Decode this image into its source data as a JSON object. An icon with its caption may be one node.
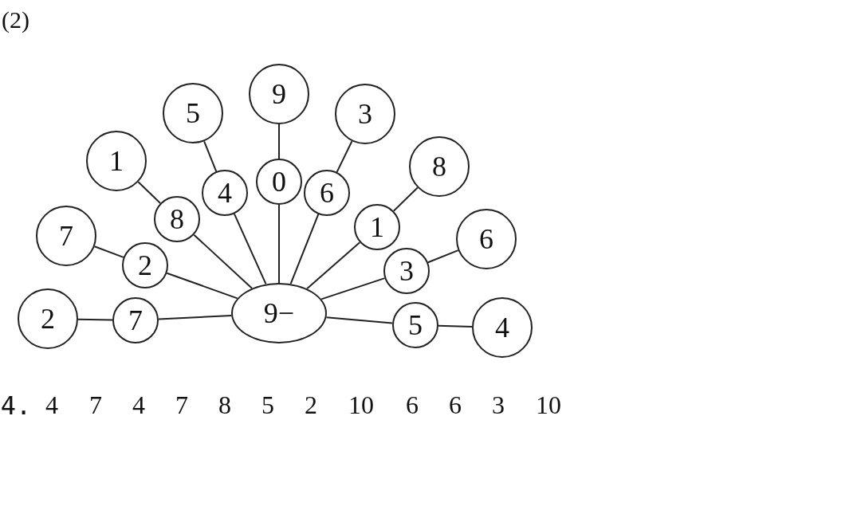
{
  "diagram": {
    "title": "(2)",
    "nodes": [
      {
        "text": [
          "9−"
        ]
      },
      {
        "text": [
          "7"
        ]
      },
      {
        "text": [
          "2"
        ]
      },
      {
        "text": [
          "8"
        ]
      },
      {
        "text": [
          "4"
        ]
      },
      {
        "text": [
          "0"
        ]
      },
      {
        "text": [
          "6"
        ]
      },
      {
        "text": [
          "1"
        ]
      },
      {
        "text": [
          "3"
        ]
      },
      {
        "text": [
          "5"
        ]
      },
      {
        "text": [
          "2"
        ]
      },
      {
        "text": [
          "7"
        ]
      },
      {
        "text": [
          "1"
        ]
      },
      {
        "text": [
          "5"
        ]
      },
      {
        "text": [
          "9"
        ]
      },
      {
        "text": [
          "3"
        ]
      },
      {
        "text": [
          "8"
        ]
      },
      {
        "text": [
          "6"
        ]
      },
      {
        "text": [
          "4"
        ]
      }
    ],
    "edges": [
      {
        "from": 0,
        "to": 1,
        "arrow": "none"
      },
      {
        "from": 0,
        "to": 2,
        "arrow": "none"
      },
      {
        "from": 0,
        "to": 3,
        "arrow": "none"
      },
      {
        "from": 0,
        "to": 4,
        "arrow": "none"
      },
      {
        "from": 0,
        "to": 5,
        "arrow": "none"
      },
      {
        "from": 0,
        "to": 6,
        "arrow": "none"
      },
      {
        "from": 0,
        "to": 7,
        "arrow": "none"
      },
      {
        "from": 0,
        "to": 8,
        "arrow": "none"
      },
      {
        "from": 0,
        "to": 9,
        "arrow": "none"
      },
      {
        "from": 1,
        "to": 10,
        "arrow": "none"
      },
      {
        "from": 2,
        "to": 11,
        "arrow": "none"
      },
      {
        "from": 3,
        "to": 12,
        "arrow": "none"
      },
      {
        "from": 4,
        "to": 13,
        "arrow": "none"
      },
      {
        "from": 5,
        "to": 14,
        "arrow": "none"
      },
      {
        "from": 6,
        "to": 15,
        "arrow": "none"
      },
      {
        "from": 7,
        "to": 16,
        "arrow": "none"
      },
      {
        "from": 8,
        "to": 17,
        "arrow": "none"
      },
      {
        "from": 9,
        "to": 18,
        "arrow": "none"
      }
    ],
    "labels": [
      "4.",
      "4",
      "7",
      "4",
      "7",
      "8",
      "5",
      "2",
      "10",
      "6",
      "6",
      "3",
      "10"
    ]
  }
}
